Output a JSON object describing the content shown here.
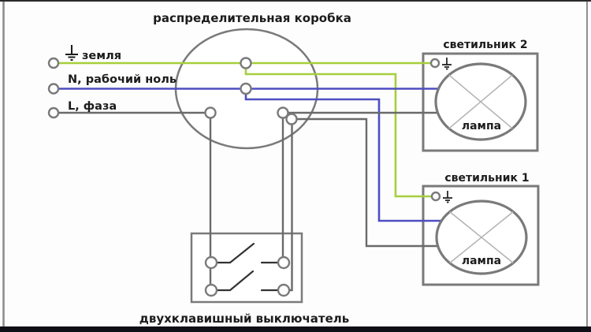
{
  "diagram": {
    "title": "распределительная коробка",
    "switch_label": "двухклавишный выключатель",
    "inputs": [
      {
        "label": "земля"
      },
      {
        "label": "N, рабочий ноль"
      },
      {
        "label": "L, фаза"
      }
    ],
    "fixtures": [
      {
        "label": "светильник 2",
        "lamp_label": "лампа"
      },
      {
        "label": "светильник 1",
        "lamp_label": "лампа"
      }
    ],
    "colors": {
      "ground_wire": "#a6cf3d",
      "neutral_wire": "#4e4ec2",
      "phase_wire": "#6a6a6a",
      "outline": "#7a7a7a",
      "switch_contact": "#333333",
      "lamp_cross": "#b2b2b2",
      "text": "#1c1c1c",
      "frame_top": "#2a2a2a",
      "frame_side": "#8e8e8e",
      "frame_bottom": "#0f0f18"
    }
  }
}
